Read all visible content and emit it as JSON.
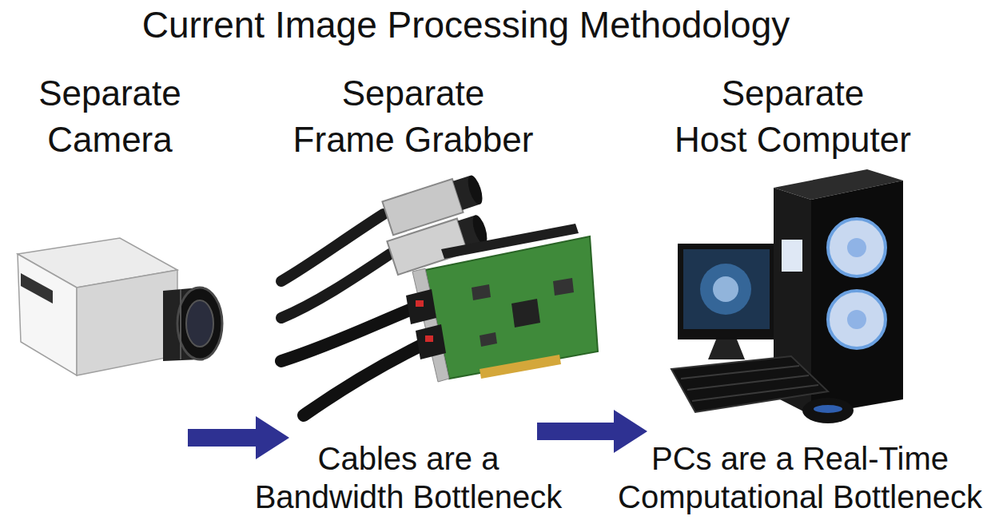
{
  "diagram": {
    "title": "Current Image Processing Methodology",
    "nodes": [
      {
        "text": [
          "Separate Camera"
        ]
      },
      {
        "text": [
          "Separate Frame Grabber"
        ]
      },
      {
        "text": [
          "Separate Host Computer"
        ]
      }
    ],
    "edges": [
      {
        "from": 0,
        "to": 1,
        "arrow": "to"
      },
      {
        "from": 1,
        "to": 2,
        "arrow": "to"
      }
    ],
    "labels": [
      "Cables are a Bandwidth Bottleneck",
      "PCs are a Real-Time Computational Bottleneck"
    ]
  }
}
